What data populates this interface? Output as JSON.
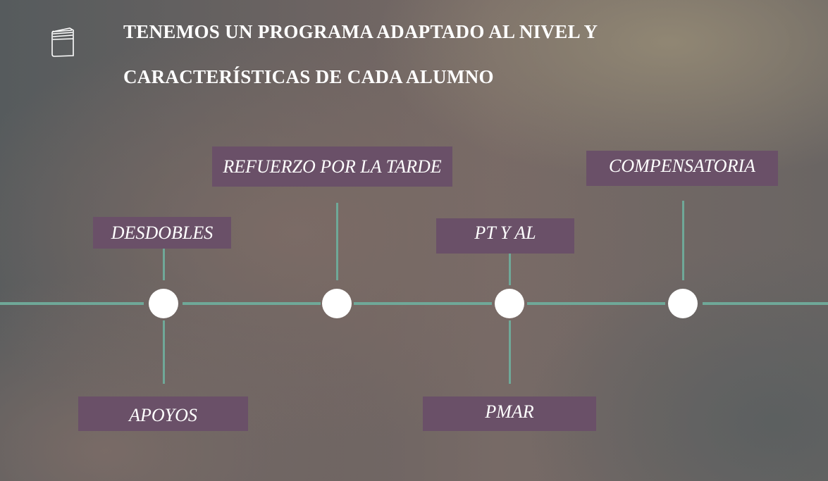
{
  "slide": {
    "icon": "book-icon",
    "title_line1": "TENEMOS  UN PROGRAMA ADAPTADO AL NIVEL Y",
    "title_line2": "CARACTERÍSTICAS DE CADA ALUMNO"
  },
  "timeline": {
    "items": [
      {
        "label": "DESDOBLES"
      },
      {
        "label": "APOYOS"
      },
      {
        "label": "REFUERZO POR LA TARDE"
      },
      {
        "label": "PT Y AL"
      },
      {
        "label": "PMAR"
      },
      {
        "label": "COMPENSATORIA"
      }
    ]
  },
  "colors": {
    "box": "#6a5068",
    "line": "#6fa898",
    "node": "#ffffff"
  }
}
